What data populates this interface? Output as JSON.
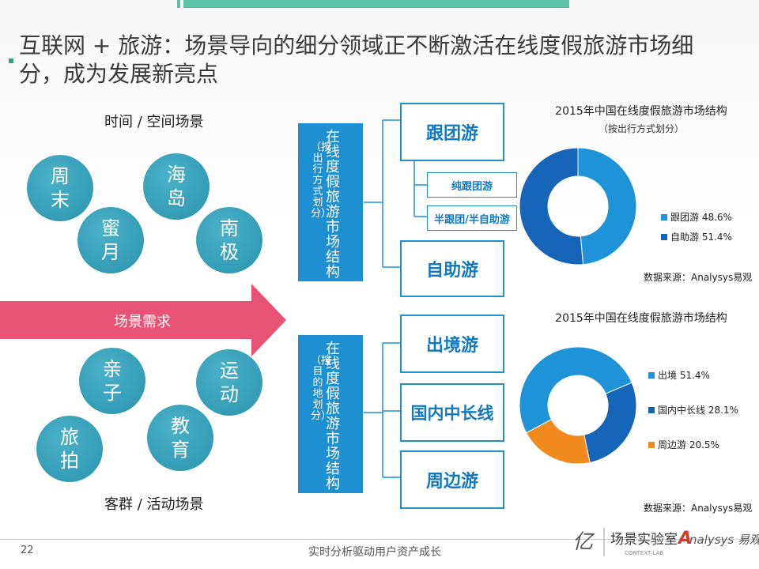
{
  "title": "互联网 + 旅游：场景导向的细分领域正不断激活在线度假旅游市场细分，成为发展新亮点",
  "scene_top_label": "时间 / 空间场景",
  "scene_bottom_label": "客群 / 活动场景",
  "top_bubbles": [
    "周末",
    "海岛",
    "蜜月",
    "南极"
  ],
  "bottom_bubbles": [
    "亲子",
    "运动",
    "旅拍",
    "教育"
  ],
  "arrow_label": "场景需求",
  "upper_box": {
    "title": "在线度假旅游市场结构",
    "sub": "（按出行方式划分）"
  },
  "lower_box": {
    "title": "在线度假旅游市场结构",
    "sub": "（按目的地划分）"
  },
  "upper_options": {
    "main1": "跟团游",
    "sub1": "纯跟团游",
    "sub2": "半跟团/半自助游",
    "main2": "自助游"
  },
  "lower_options": [
    "出境游",
    "国内中长线",
    "周边游"
  ],
  "colors": {
    "blue_dark": "#1565b8",
    "blue_light": "#1e93d8",
    "orange": "#f28a1e",
    "teal": "#2c93ae",
    "arrow": "#e85373"
  },
  "chart_data": [
    {
      "type": "pie",
      "title": "2015年中国在线度假旅游市场结构",
      "subtitle": "（按出行方式划分）",
      "categories": [
        "跟团游",
        "自助游"
      ],
      "values": [
        48.6,
        51.4
      ],
      "legend": [
        "跟团游  48.6%",
        "自助游  51.4%"
      ],
      "colors": [
        "#1e93d8",
        "#1565b8"
      ],
      "source": "数据来源：Analysys易观"
    },
    {
      "type": "pie",
      "title": "2015年中国在线度假旅游市场结构",
      "categories": [
        "出境",
        "国内中长线",
        "周边游"
      ],
      "values": [
        51.4,
        28.1,
        20.5
      ],
      "legend": [
        "出境  51.4%",
        "国内中长线  28.1%",
        "周边游  20.5%"
      ],
      "colors": [
        "#1e93d8",
        "#1565b8",
        "#f28a1e"
      ],
      "source": "数据来源：Analysys易观"
    }
  ],
  "footer": {
    "page": "22",
    "slogan": "实时分析驱动用户资产成长",
    "logo_text": "场景实验室",
    "logo_brand": "nalysys 易观"
  }
}
